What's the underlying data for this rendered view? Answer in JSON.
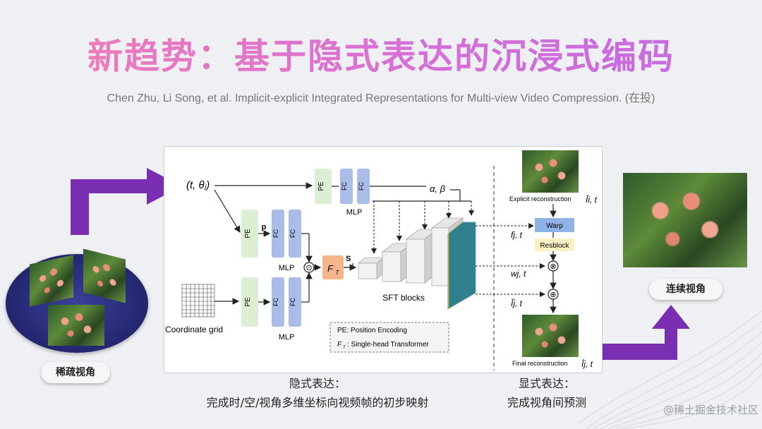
{
  "slide": {
    "title": "新趋势：基于隐式表达的沉浸式编码",
    "citation": "Chen Zhu, Li Song, et al. Implicit-explicit Integrated Representations for Multi-view Video Compression. (在投)",
    "sparse_label": "稀疏视角",
    "continuous_label": "连续视角",
    "caption_implicit_1": "隐式表达：",
    "caption_implicit_2": "完成时/空/视角多维坐标向视频帧的初步映射",
    "caption_explicit_1": "显式表达：",
    "caption_explicit_2": "完成视角间预测",
    "watermark": "@稀土掘金技术社区"
  },
  "diagram": {
    "input": "(t, θⱼ)",
    "pe": "PE",
    "fc": "FC",
    "mlp": "MLP",
    "alpha_beta": "α, β",
    "p": "p",
    "s": "S",
    "ft": "F",
    "ft_sub": "T",
    "sft": "SFT blocks",
    "coord": "Coordinate grid",
    "odot": "⊙",
    "legend_pe": "PE: Position Encoding",
    "legend_ft": ": Single-head Transformer",
    "warp": "Warp",
    "resblock": "Resblock",
    "explicit": "Explicit reconstruction",
    "final": "Final reconstruction",
    "i_it": "Îi, t",
    "f_jt": "fj, t",
    "w_jt": "wj, t",
    "i_jt": "Ĩj, t",
    "i_jt_final": "Îj, t",
    "otimes": "⊗",
    "oplus": "⊕"
  },
  "colors": {
    "title_pink": "#e36ac9",
    "arrow_purple": "#7a2fb3",
    "pe_green": "#dcefd2",
    "fc_blue": "#a9bde8",
    "ft_orange": "#f6b48a",
    "warp_blue": "#8fb3e6",
    "resblock_yellow": "#fbf0c2",
    "tensor_teal": "#2f7f8c"
  }
}
